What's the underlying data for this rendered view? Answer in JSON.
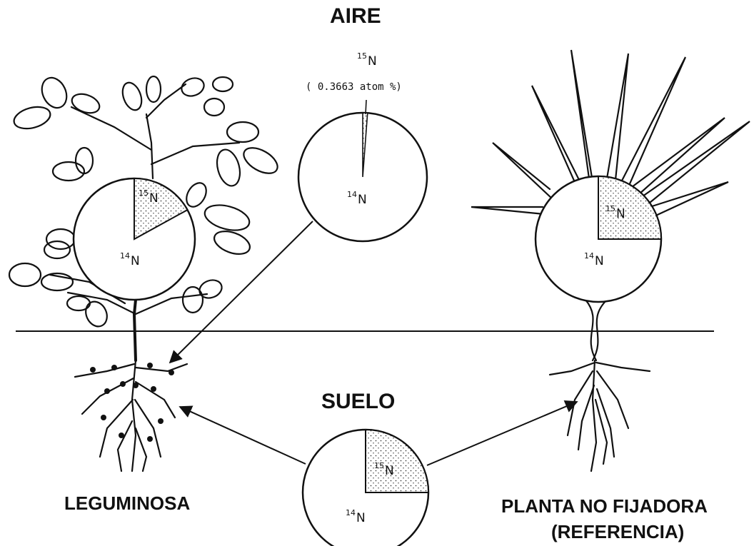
{
  "labels": {
    "air": "AIRE",
    "soil": "SUELO",
    "legume": "LEGUMINOSA",
    "reference_line1": "PLANTA NO FIJADORA",
    "reference_line2": "(REFERENCIA)"
  },
  "isotopes": {
    "heavy_mass": "15",
    "light_mass": "14",
    "symbol": "N"
  },
  "air_abundance_note": "( 0.3663 atom %)",
  "pools": {
    "legume": {
      "n15_fraction": 0.17
    },
    "air": {
      "n15_fraction": 0.012
    },
    "reference": {
      "n15_fraction": 0.25
    },
    "soil": {
      "n15_fraction": 0.25
    }
  },
  "colors": {
    "ink": "#111111",
    "background": "#ffffff",
    "stipple": "#222222"
  }
}
